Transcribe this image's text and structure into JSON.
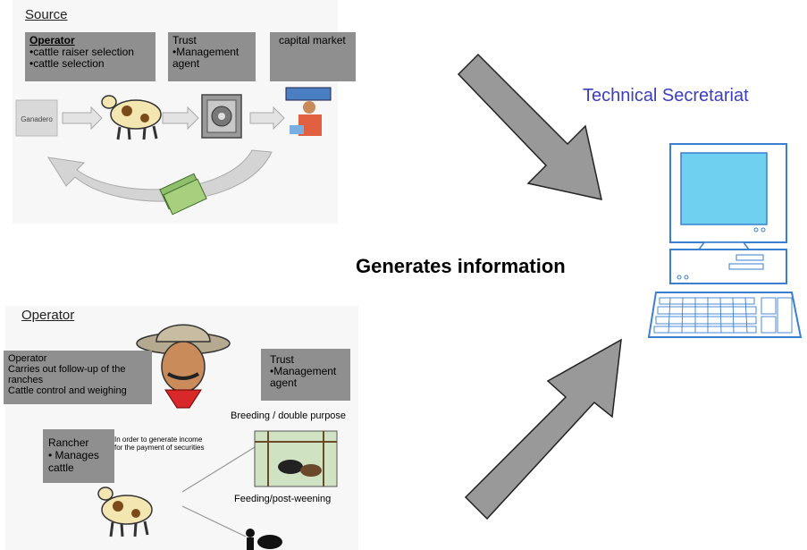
{
  "source": {
    "label": "Source",
    "operator_box": {
      "title": "Operator",
      "lines": [
        "•cattle raiser selection",
        "•cattle selection"
      ]
    },
    "trust_box": {
      "lines": [
        "Trust",
        "•Management",
        "agent"
      ]
    },
    "capital_box": {
      "text": "capital market"
    },
    "ganadero_label": "Ganadero"
  },
  "operator": {
    "label": "Operator",
    "operator_box": {
      "lines": [
        "Operator",
        "Carries out follow-up of the",
        "ranches",
        "Cattle control and weighing"
      ]
    },
    "trust_box": {
      "lines": [
        "Trust",
        "•Management",
        "agent"
      ]
    },
    "breeding_label": "Breeding / double purpose",
    "rancher_box": {
      "lines": [
        "Rancher",
        "• Manages",
        "cattle"
      ]
    },
    "income_note": [
      "In order to generate income",
      "for the payment of securities"
    ],
    "feeding_label": "Feeding/post-weening"
  },
  "center_text": "Generates information",
  "tech_title": "Technical Secretariat",
  "colors": {
    "accent_blue": "#3d3dbf",
    "box_gray": "#8f8f8f",
    "monitor_cyan": "#6fd0f0",
    "arrow_gray": "#999999"
  }
}
